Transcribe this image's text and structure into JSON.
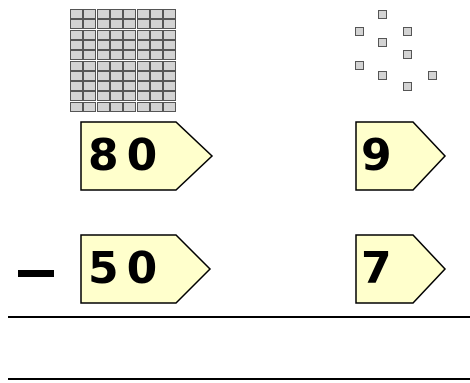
{
  "problem": {
    "top": {
      "tens": "8",
      "ones": "0",
      "units_digit": "9"
    },
    "bottom": {
      "tens": "5",
      "ones": "0",
      "units_digit": "7"
    },
    "operator": "−"
  },
  "tens_rods": 8,
  "ones_cubes": 9,
  "colors": {
    "tag_fill": "#ffffcc",
    "tag_stroke": "#000000",
    "block_fill": "#d3d3d3",
    "block_stroke": "#555555"
  }
}
